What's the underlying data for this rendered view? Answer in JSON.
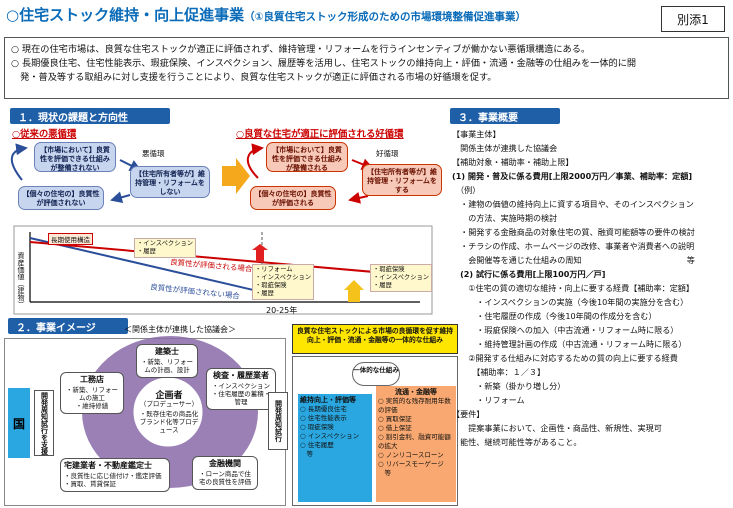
{
  "header": {
    "title": "○住宅ストック維持・向上促進事業",
    "subtitle": "（①良質住宅ストック形成のための市場環境整備促進事業）",
    "annex": "別添1"
  },
  "intro": {
    "line1": "○ 現在の住宅市場は、良質な住宅ストックが適正に評価されず、維持管理・リフォームを行うインセンティブが働かない悪循環構造にある。",
    "line2": "○ 長期優良住宅、住宅性能表示、瑕疵保険、インスペクション、履歴等を活用し、住宅ストックの維持向上・評価・流通・金融等の仕組みを一体的に開",
    "line3": "　発・普及等する取組みに対し支援を行うことにより、良質な住宅ストックが適正に評価される市場の好循環を促す。"
  },
  "section1": {
    "heading": "１．現状の課題と方向性",
    "bad": {
      "title": "○従来の悪循環",
      "box1": "【市場において】良質性を評価できる仕組みが整備されない",
      "box2": "【個々の住宅の】良質性が評価されない",
      "box3": "【住宅所有者等が】維持管理・リフォームをしない",
      "label": "悪循環"
    },
    "good": {
      "title": "○良質な住宅が適正に評価される好循環",
      "box1": "【市場において】良質性を評価できる仕組みが整備される",
      "box2": "【個々の住宅の】良質性が評価される",
      "box3": "【住宅所有者等が】維持管理・リフォームをする",
      "label": "好循環"
    },
    "graph": {
      "ylabel": "資産価値（建物）",
      "xlabel": "20-25年",
      "tag": "長期使用構造",
      "items1": "・インスペクション\n・履歴",
      "items2": "・リフォーム\n・インスペクション\n・瑕疵保険\n・履歴",
      "items3": "・瑕疵保険\n・インスペクション\n・履歴",
      "line_good": "良質性が評価される場合",
      "line_bad": "良質性が評価されない場合"
    }
  },
  "section2": {
    "heading": "２．事業イメージ",
    "council": "＜関係主体が連携した協議会＞",
    "country": "国",
    "support": "開発周知試行を支援",
    "center": {
      "title": "企画者",
      "sub1": "（プロデューサー）",
      "sub2": "・既存住宅の商品化ブランド化等プロデュース"
    },
    "architect": {
      "title": "建築士",
      "desc": "・新築、リフォームの計画、設計"
    },
    "contractor": {
      "title": "工務店",
      "desc": "・新築、リフォームの施工\n・維持修繕"
    },
    "inspector": {
      "title": "検査・履歴業者",
      "desc": "・インスペクション\n・住宅履歴の蓄積・管理"
    },
    "realtor": {
      "title": "宅建業者・不動産鑑定士",
      "desc": "・良質性に応じ値付け・鑑定評価\n・買取、賃貸保証"
    },
    "bank": {
      "title": "金融機関",
      "desc": "・ローン商品で住宅の良質性を評価"
    },
    "dev": "開発周知試行",
    "panel": {
      "title": "良質な住宅ストックによる市場の良循環を促す維持向上・評価・流通・金融等の一体的な仕組み",
      "mid": "一体的な仕組み",
      "left_title": "維持向上・評価等",
      "left_items": "○ 長期優良住宅\n○ 住宅性能表示\n○ 瑕疵保険\n○ インスペクション\n○ 住宅履歴\n　等",
      "right_title": "流通・金融等",
      "right_items": "○ 実質的な残存耐用年数の評価\n○ 買取保証\n○ 借上保証\n○ 割引金利、融資可能額の拡大\n○ ノンリコースローン\n○ リバースモーゲージ\n　等"
    }
  },
  "section3": {
    "heading": "３．事業概要",
    "lines": [
      "【事業主体】",
      "　関係主体が連携した協議会",
      "【補助対象・補助率・補助上限】",
      "(1) 開発・普及に係る費用[上限2000万円／事業、補助率：定額]",
      "　（例）",
      "　・建物の価値の維持向上に資する項目や、そのインスペクション",
      "　　の方法、実施時期の検討",
      "　・開発する金融商品の対象住宅の質、融資可能額等の要件の検討",
      "　・チラシの作成、ホームページの改修、事業者や消費者への説明",
      "　　会開催等を通じた仕組みの周知　　　　　　　　　　　　　等",
      "　(2) 試行に係る費用[上限100万円／戸]",
      "　　①住宅の質の適切な維持・向上に要する経費【補助率：定額】",
      "　　　・インスペクションの実施（今後10年間の実施分を含む）",
      "　　　・住宅履歴の作成（今後10年間の作成分を含む）",
      "　　　・瑕疵保険への加入（中古流通・リフォーム時に限る）",
      "　　　・維持管理計画の作成（中古流通・リフォーム時に限る）",
      "　　②開発する仕組みに対応するための質の向上に要する経費",
      "　　　【補助率：１／３】",
      "　　　・新築（掛かり増し分）",
      "　　　・リフォーム",
      "【要件】",
      "　　提案事業において、企画性・商品性、新規性、実現可",
      "　能性、継続可能性等があること。"
    ]
  }
}
